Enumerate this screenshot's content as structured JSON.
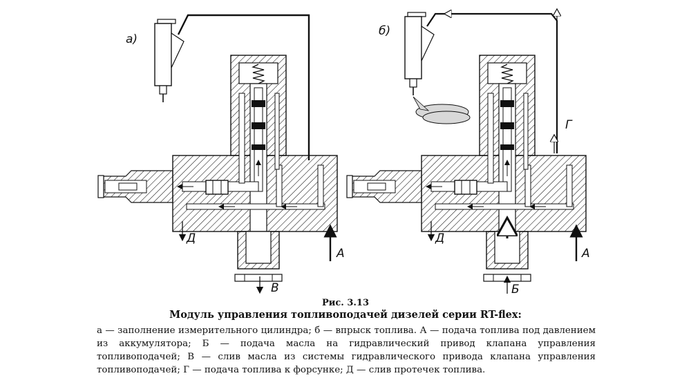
{
  "figure": {
    "number": "Рис. 3.13",
    "title": "Модуль управления топливоподачей дизелей серии RT-flex:",
    "caption": "а — заполнение измерительного цилиндра; б — впрыск топлива. А — подача топлива под давлением из аккумулятора; Б — подача масла на гидравлический привод клапана управления топливоподачей; В — слив масла из системы гидравлического привода клапана управления топливоподачей; Г — подача топлива к форсунке; Д — слив протечек топлива."
  },
  "panel_a": {
    "label": "а)",
    "arrow_A": "А",
    "arrow_D": "Д",
    "arrow_V": "В"
  },
  "panel_b": {
    "label": "б)",
    "arrow_A": "А",
    "arrow_D": "Д",
    "arrow_B": "Б",
    "arrow_G": "Г"
  },
  "colors": {
    "line": "#111111",
    "hatch": "#111111",
    "background": "#ffffff",
    "spray": "#d8d8d8"
  }
}
